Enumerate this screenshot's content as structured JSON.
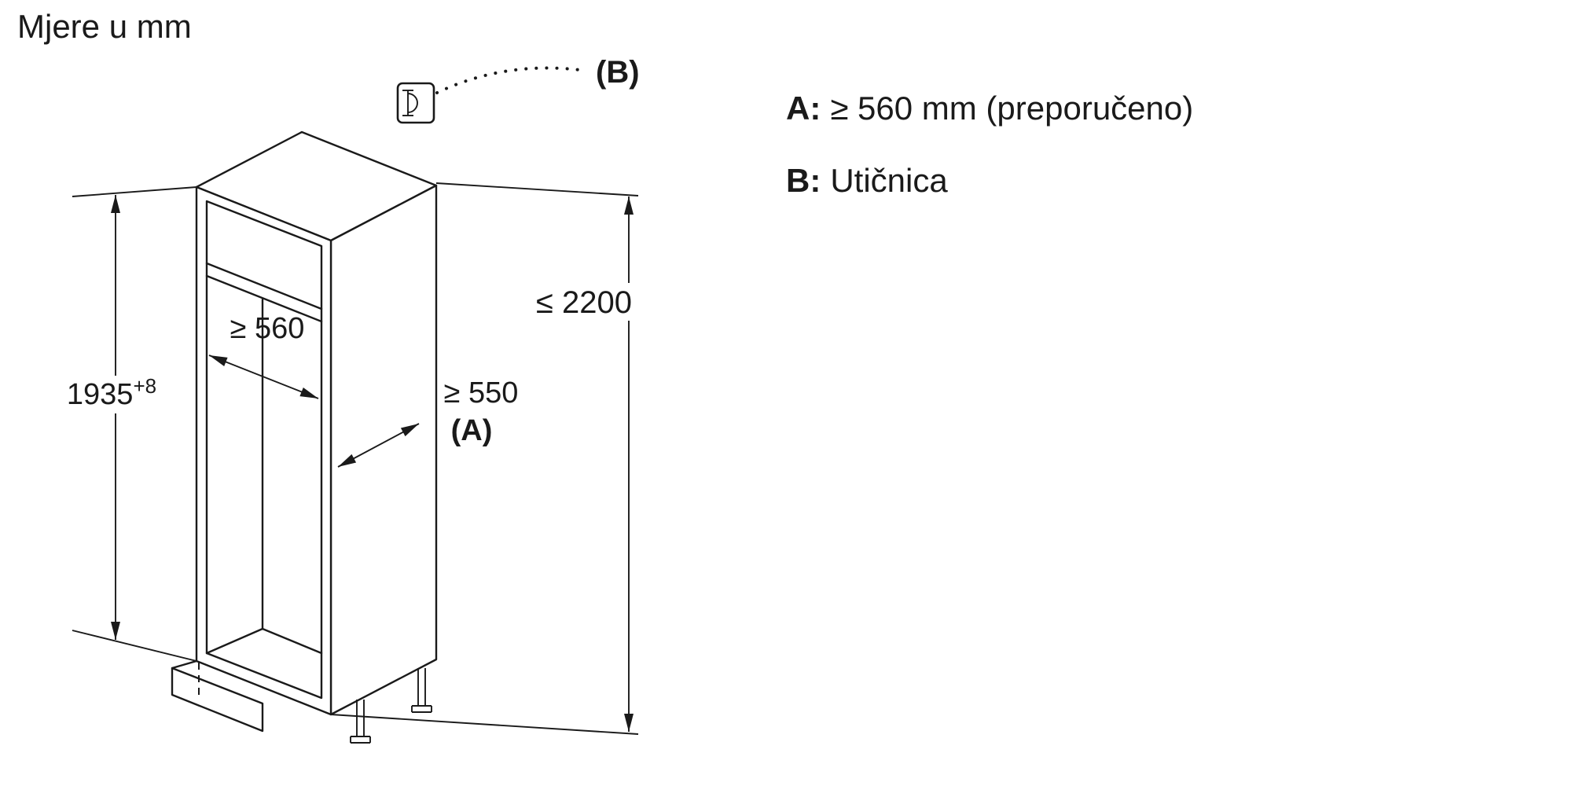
{
  "title": "Mjere u mm",
  "colors": {
    "line": "#1a1a1a",
    "background": "#ffffff"
  },
  "legend": {
    "items": [
      {
        "key": "A:",
        "text": "≥ 560 mm (preporučeno)"
      },
      {
        "key": "B:",
        "text": "Utičnica"
      }
    ]
  },
  "diagram": {
    "type": "appliance-installation-dimension-drawing",
    "icons": {
      "socket": "power-socket-icon"
    },
    "dimensions": {
      "niche_height": {
        "value": "1935",
        "tolerance": "+8"
      },
      "total_height": "≤ 2200",
      "niche_width": "≥ 560",
      "niche_depth": "≥ 550",
      "depth_ref": "(A)",
      "socket_ref": "(B)"
    }
  }
}
